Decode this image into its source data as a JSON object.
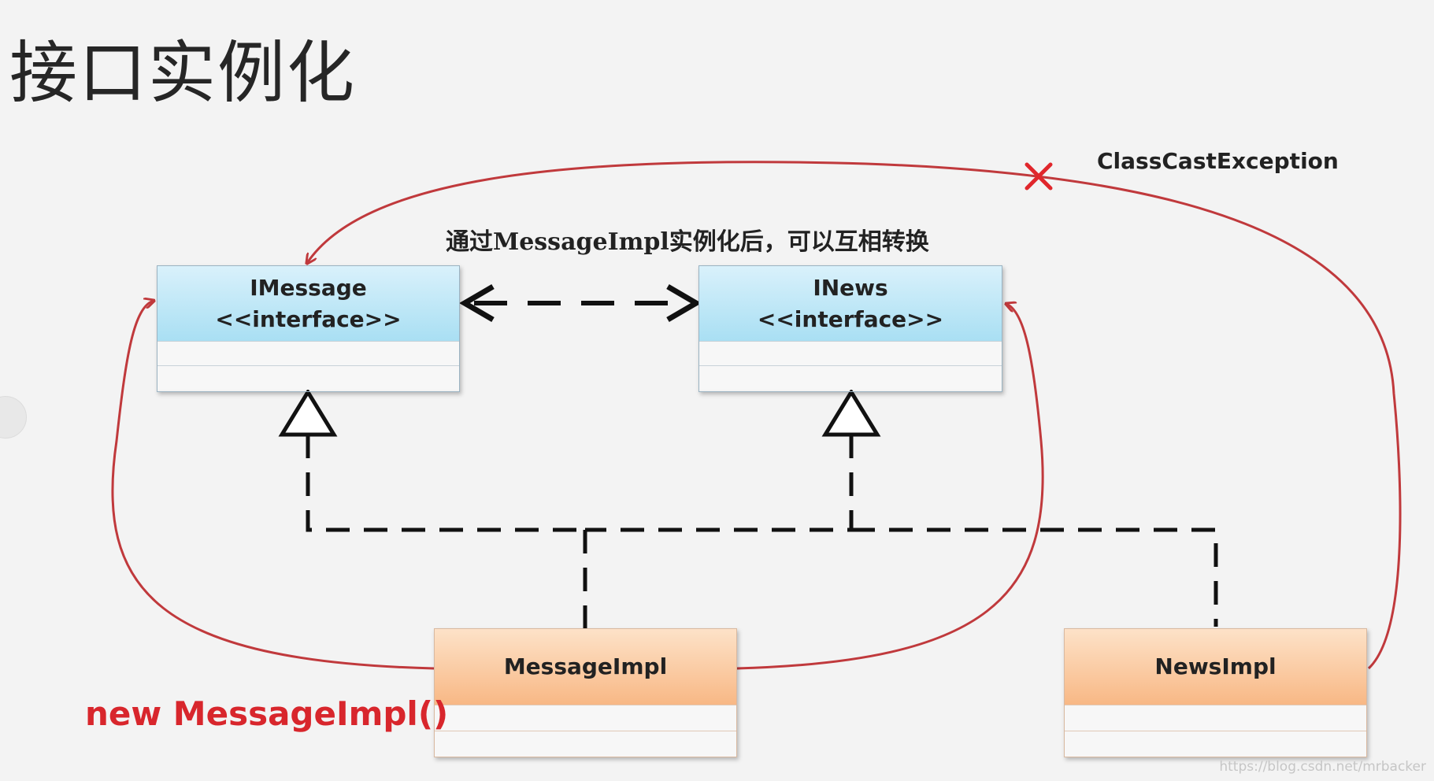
{
  "title": "接口实例化",
  "interfaces": [
    {
      "name": "IMessage",
      "stereotype": "<<interface>>"
    },
    {
      "name": "INews",
      "stereotype": "<<interface>>"
    }
  ],
  "implementations": [
    {
      "name": "MessageImpl"
    },
    {
      "name": "NewsImpl"
    }
  ],
  "annotations": {
    "conversion_note": "通过MessageImpl实例化后，可以互相转换",
    "exception_label": "ClassCastException",
    "instantiation": "new MessageImpl()"
  },
  "watermark": "https://blog.csdn.net/mrbacker",
  "colors": {
    "curve": "#c0393c",
    "cross": "#e0262b",
    "instantiation_text": "#d8262c"
  }
}
